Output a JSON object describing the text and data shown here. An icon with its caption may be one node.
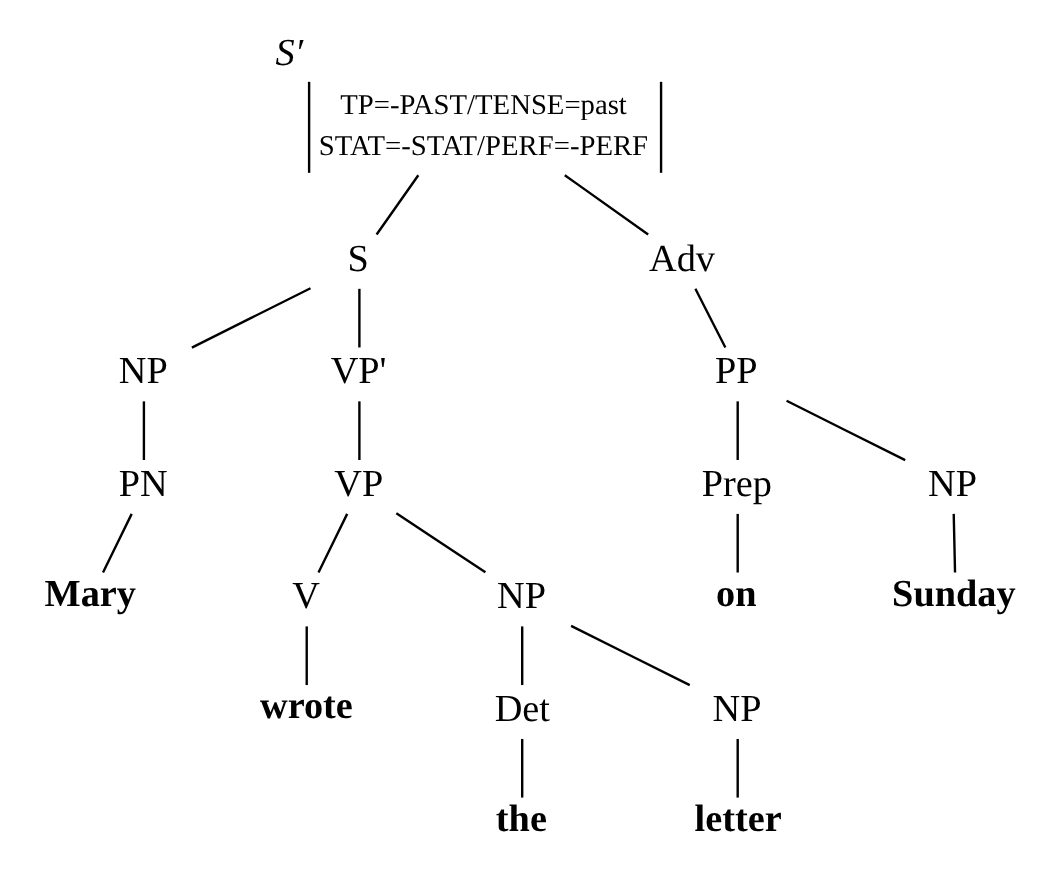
{
  "diagram": {
    "nodes": [
      {
        "text": [
          "S′",
          "TP=-PAST/TENSE=past",
          "STAT=-STAT/PERF=-PERF"
        ]
      },
      {
        "text": [
          "S"
        ]
      },
      {
        "text": [
          "Adv"
        ]
      },
      {
        "text": [
          "NP"
        ]
      },
      {
        "text": [
          "VP'"
        ]
      },
      {
        "text": [
          "PP"
        ]
      },
      {
        "text": [
          "PN"
        ]
      },
      {
        "text": [
          "VP"
        ]
      },
      {
        "text": [
          "Prep"
        ]
      },
      {
        "text": [
          "NP"
        ]
      },
      {
        "text": [
          "Mary"
        ]
      },
      {
        "text": [
          "V"
        ]
      },
      {
        "text": [
          "NP"
        ]
      },
      {
        "text": [
          "on"
        ]
      },
      {
        "text": [
          "Sunday"
        ]
      },
      {
        "text": [
          "wrote"
        ]
      },
      {
        "text": [
          "Det"
        ]
      },
      {
        "text": [
          "NP"
        ]
      },
      {
        "text": [
          "the"
        ]
      },
      {
        "text": [
          "letter"
        ]
      }
    ],
    "edges": [
      {
        "from": 0,
        "to": 1,
        "arrow": "none"
      },
      {
        "from": 0,
        "to": 2,
        "arrow": "none"
      },
      {
        "from": 1,
        "to": 3,
        "arrow": "none"
      },
      {
        "from": 1,
        "to": 4,
        "arrow": "none"
      },
      {
        "from": 2,
        "to": 5,
        "arrow": "none"
      },
      {
        "from": 3,
        "to": 6,
        "arrow": "none"
      },
      {
        "from": 4,
        "to": 7,
        "arrow": "none"
      },
      {
        "from": 5,
        "to": 8,
        "arrow": "none"
      },
      {
        "from": 5,
        "to": 9,
        "arrow": "none"
      },
      {
        "from": 6,
        "to": 10,
        "arrow": "none"
      },
      {
        "from": 7,
        "to": 11,
        "arrow": "none"
      },
      {
        "from": 7,
        "to": 12,
        "arrow": "none"
      },
      {
        "from": 8,
        "to": 13,
        "arrow": "none"
      },
      {
        "from": 9,
        "to": 14,
        "arrow": "none"
      },
      {
        "from": 11,
        "to": 15,
        "arrow": "none"
      },
      {
        "from": 12,
        "to": 16,
        "arrow": "none"
      },
      {
        "from": 12,
        "to": 17,
        "arrow": "none"
      },
      {
        "from": 16,
        "to": 18,
        "arrow": "none"
      },
      {
        "from": 17,
        "to": 19,
        "arrow": "none"
      }
    ]
  }
}
